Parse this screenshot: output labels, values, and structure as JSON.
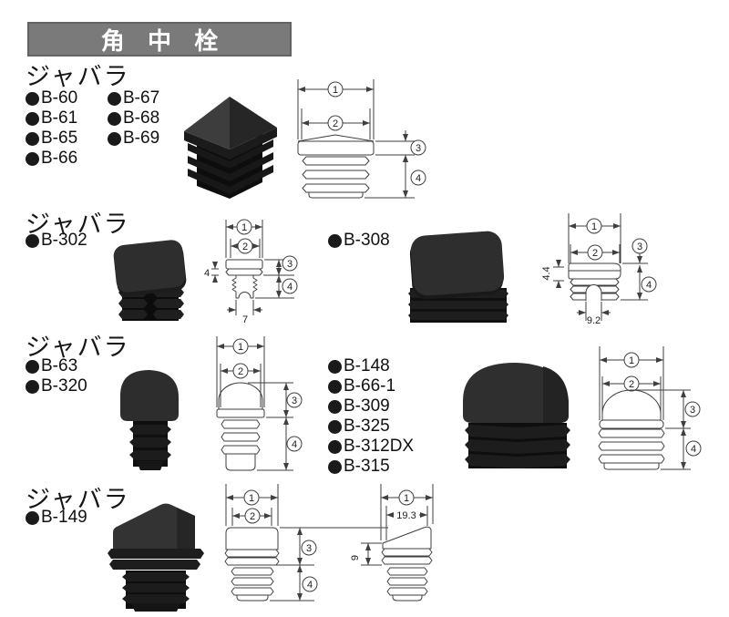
{
  "banner": {
    "title": "角 中 栓"
  },
  "sections": {
    "s1": {
      "label": "ジャバラ",
      "col1": [
        "B-60",
        "B-61",
        "B-65",
        "B-66"
      ],
      "col2": [
        "B-67",
        "B-68",
        "B-69"
      ]
    },
    "s2": {
      "label": "ジャバラ",
      "left": [
        "B-302"
      ],
      "right": [
        "B-308"
      ]
    },
    "s3": {
      "label": "ジャバラ",
      "left": [
        "B-63",
        "B-320"
      ],
      "right": [
        "B-148",
        "B-66-1",
        "B-309",
        "B-325",
        "B-312DX",
        "B-315"
      ]
    },
    "s4": {
      "label": "ジャバラ",
      "left": [
        "B-149"
      ]
    }
  },
  "dims": {
    "n1": "1",
    "n2": "2",
    "n3": "3",
    "n4": "4"
  },
  "measurements": {
    "b302_flange_height": "4",
    "b302_stem_width": "7",
    "b308_flange_height": "4.4",
    "b308_stem_width": "9.2",
    "b149_top_width": "19.3",
    "b149_front_height": "9"
  },
  "colors": {
    "banner_bg": "#7a7a7a",
    "banner_border": "#636363",
    "banner_text": "#ffffff",
    "drawing_line": "#3f3f3f",
    "text": "#111111",
    "plastic_dark": "#1a1a1a"
  }
}
